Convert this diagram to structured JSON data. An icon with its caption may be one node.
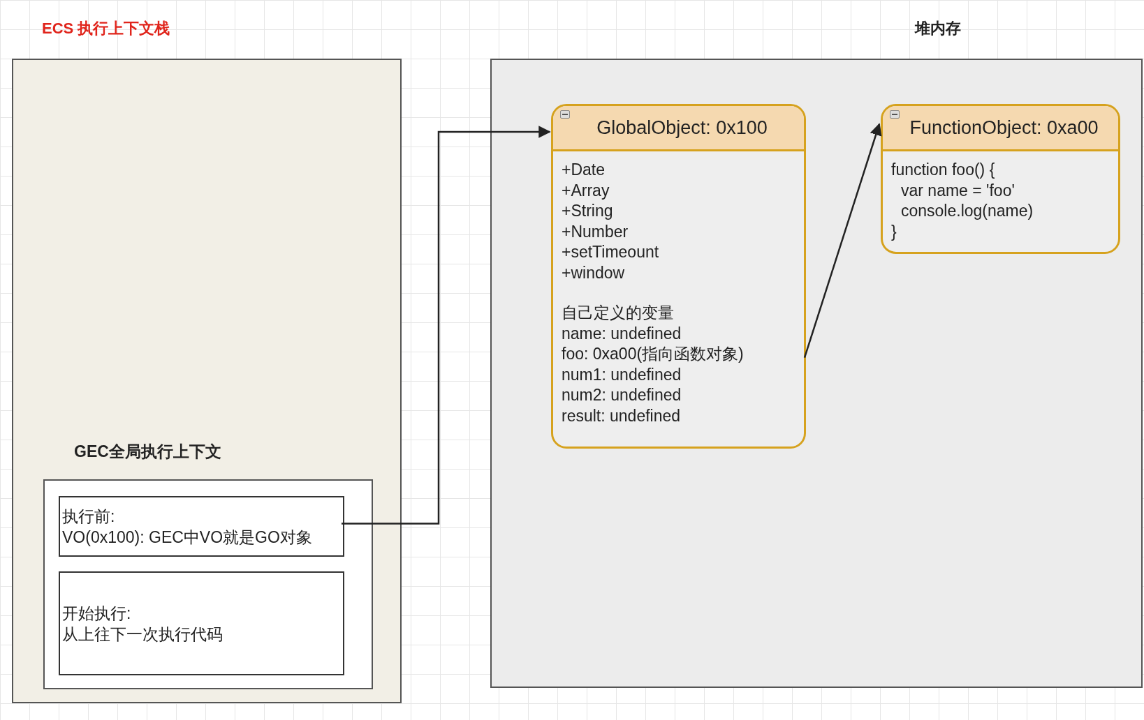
{
  "diagram": {
    "nodes": [
      {
        "text": [
          "ECS 执行上下文栈"
        ]
      },
      {
        "text": [
          "GEC全局执行上下文"
        ],
        "in": 0
      },
      {
        "text": [
          "执行前:",
          "VO(0x100): GEC中VO就是GO对象"
        ],
        "in": 1
      },
      {
        "text": [
          "开始执行:",
          "从上往下一次执行代码"
        ],
        "in": 1
      },
      {
        "text": [
          "堆内存"
        ]
      },
      {
        "text": [
          "GlobalObject: 0x100",
          "+Date",
          "+Array",
          "+String",
          "+Number",
          "+setTimeount",
          "+window",
          "自己定义的变量",
          "name: undefined",
          "foo: 0xa00(指向函数对象)",
          "num1: undefined",
          "num2: undefined",
          "result: undefined"
        ],
        "in": 4
      },
      {
        "text": [
          "FunctionObject: 0xa00",
          "function foo() {",
          "var name = 'foo'",
          "console.log(name)",
          "}"
        ],
        "in": 4
      }
    ],
    "edges": [
      {
        "from": 2,
        "to": 5,
        "arrow": "to"
      },
      {
        "from": 5,
        "to": 6,
        "arrow": "to"
      }
    ]
  }
}
